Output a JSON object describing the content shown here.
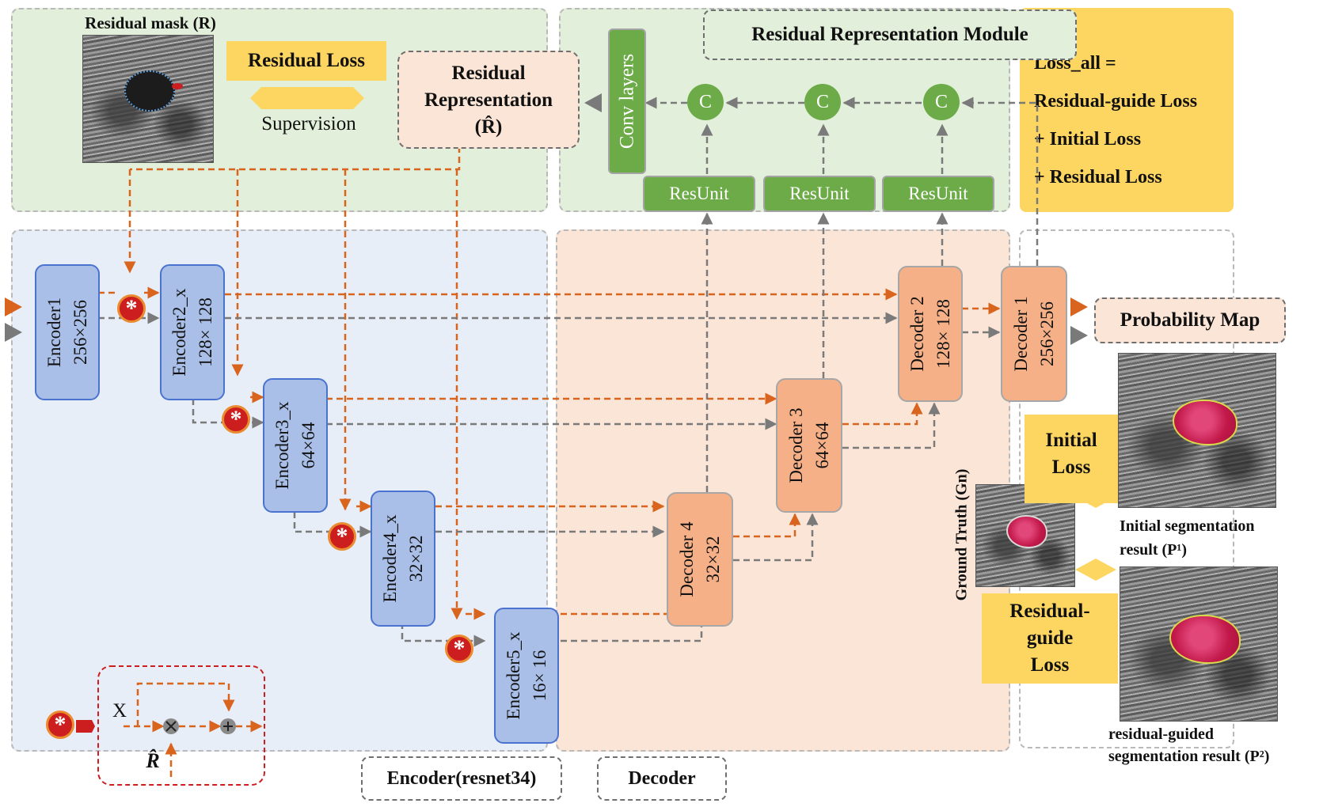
{
  "top": {
    "residual_mask_label": "Residual mask (R)",
    "residual_loss": "Residual Loss",
    "supervision": "Supervision",
    "residual_representation": [
      "Residual",
      "Representation",
      "(R̂)"
    ],
    "conv_layers": "Conv layers",
    "module_title": "Residual Representation Module",
    "concat_symbol": "C",
    "resunit": "ResUnit"
  },
  "loss_box": {
    "lines": [
      "Loss_all =",
      "Residual-guide Loss",
      "+ Initial Loss",
      "+ Residual Loss"
    ]
  },
  "encoders": [
    {
      "name": "Encoder1",
      "size": "256×256"
    },
    {
      "name": "Encoder2_x",
      "size": "128× 128"
    },
    {
      "name": "Encoder3_x",
      "size": "64×64"
    },
    {
      "name": "Encoder4_x",
      "size": "32×32"
    },
    {
      "name": "Encoder5_x",
      "size": "16× 16"
    }
  ],
  "decoders": [
    {
      "name": "Decoder 4",
      "size": "32×32"
    },
    {
      "name": "Decoder 3",
      "size": "64×64"
    },
    {
      "name": "Decoder 2",
      "size": "128× 128"
    },
    {
      "name": "Decoder 1",
      "size": "256×256"
    }
  ],
  "mul_symbol": "*",
  "legend": {
    "x_label": "X",
    "r_label": "R̂",
    "times": "×",
    "plus": "+"
  },
  "encoder_tag": "Encoder(resnet34)",
  "decoder_tag": "Decoder",
  "right": {
    "probability_map": "Probability Map",
    "initial_loss": [
      "Initial",
      "Loss"
    ],
    "residual_guide_loss": [
      "Residual-",
      "guide",
      "Loss"
    ],
    "ground_truth": "Ground Truth (Gn)",
    "initial_result": [
      "Initial segmentation",
      "result (P¹)"
    ],
    "residual_result": [
      "residual-guided",
      "segmentation result (P²)"
    ]
  },
  "colors": {
    "orange": "#d9641e",
    "gray": "#7a7a7a",
    "green": "#6cab48",
    "yellow": "#fdd561",
    "encoder": "#a9bfe8",
    "decoder": "#f5b088"
  }
}
